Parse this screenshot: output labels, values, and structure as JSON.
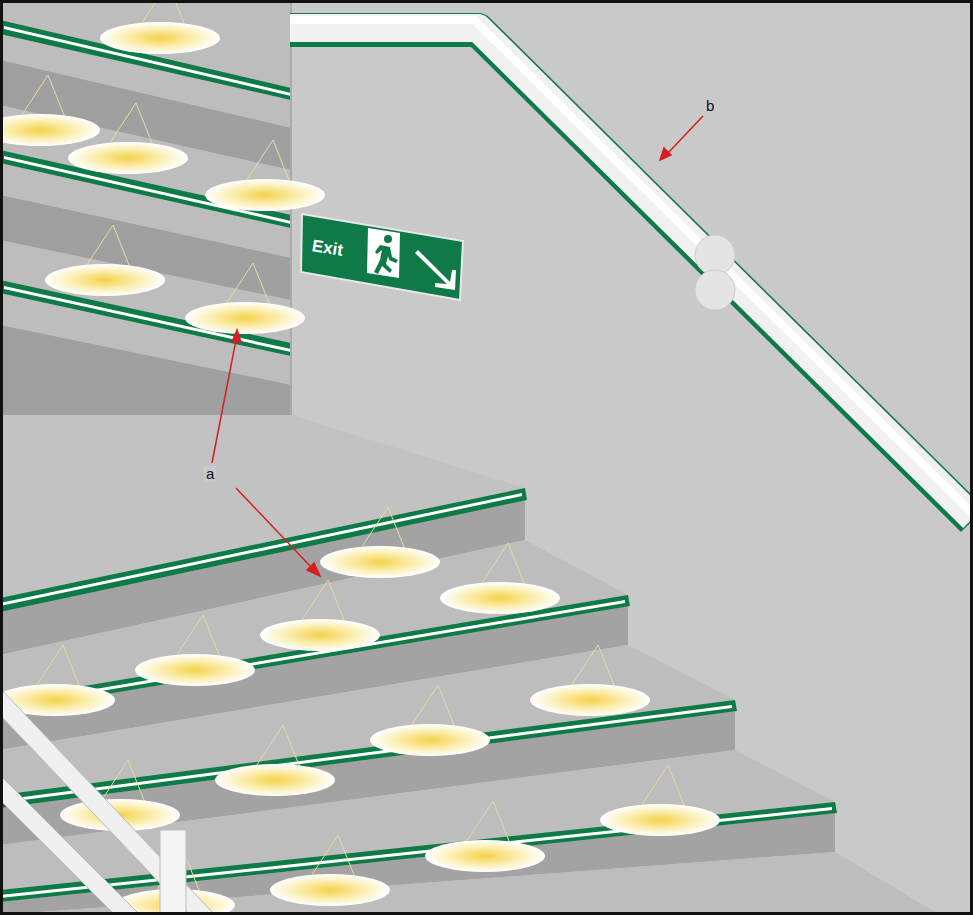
{
  "diagram": {
    "nodes": [
      {
        "text": [
          "Exit"
        ]
      }
    ],
    "labels": [
      "a",
      "b"
    ]
  }
}
